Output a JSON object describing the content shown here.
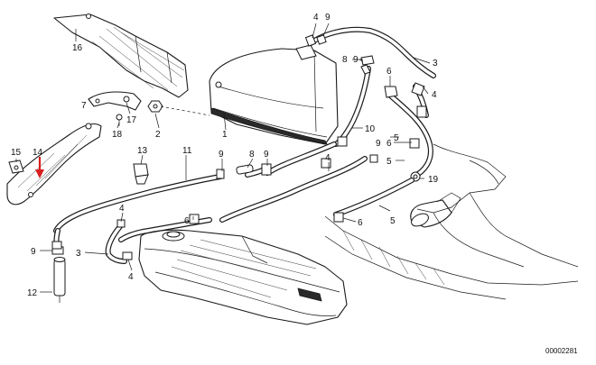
{
  "diagram": {
    "labels": [
      {
        "id": "16",
        "text": "16"
      },
      {
        "id": "4a",
        "text": "4"
      },
      {
        "id": "9a",
        "text": "9"
      },
      {
        "id": "8a",
        "text": "8"
      },
      {
        "id": "9b",
        "text": "9"
      },
      {
        "id": "3a",
        "text": "3"
      },
      {
        "id": "6a",
        "text": "6"
      },
      {
        "id": "4b",
        "text": "4"
      },
      {
        "id": "7",
        "text": "7"
      },
      {
        "id": "17",
        "text": "17"
      },
      {
        "id": "18",
        "text": "18"
      },
      {
        "id": "2",
        "text": "2"
      },
      {
        "id": "1",
        "text": "1"
      },
      {
        "id": "10",
        "text": "10"
      },
      {
        "id": "5a",
        "text": "5"
      },
      {
        "id": "9c",
        "text": "9"
      },
      {
        "id": "6b",
        "text": "6"
      },
      {
        "id": "15",
        "text": "15"
      },
      {
        "id": "14",
        "text": "14"
      },
      {
        "id": "13",
        "text": "13"
      },
      {
        "id": "11",
        "text": "11"
      },
      {
        "id": "9d",
        "text": "9"
      },
      {
        "id": "8b",
        "text": "8"
      },
      {
        "id": "9e",
        "text": "9"
      },
      {
        "id": "4c",
        "text": "4"
      },
      {
        "id": "5b",
        "text": "5"
      },
      {
        "id": "19",
        "text": "19"
      },
      {
        "id": "4d",
        "text": "4"
      },
      {
        "id": "6c",
        "text": "6"
      },
      {
        "id": "5c",
        "text": "5"
      },
      {
        "id": "6d",
        "text": "6"
      },
      {
        "id": "9f",
        "text": "9"
      },
      {
        "id": "3b",
        "text": "3"
      },
      {
        "id": "4e",
        "text": "4"
      },
      {
        "id": "12",
        "text": "12"
      }
    ],
    "reference_number": "00002281",
    "highlight_color": "#d81e1e",
    "line_color": "#1a1a1a"
  }
}
